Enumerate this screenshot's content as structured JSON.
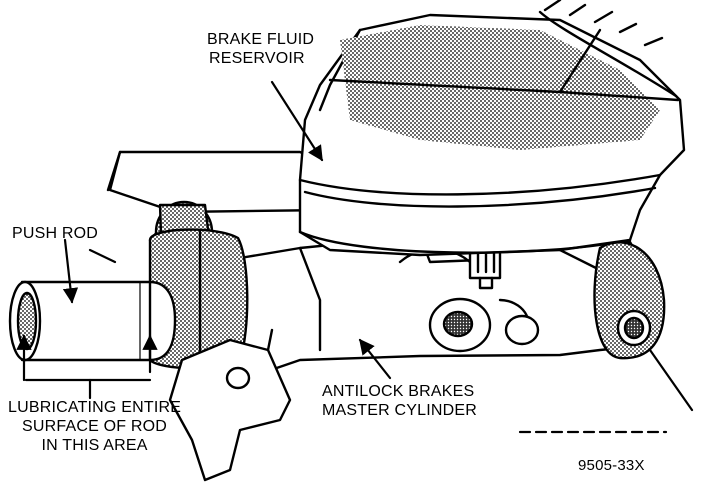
{
  "colors": {
    "ink": "#000000",
    "paper": "#ffffff"
  },
  "labels": {
    "reservoir": [
      "BRAKE FLUID",
      "RESERVOIR"
    ],
    "push_rod": "PUSH ROD",
    "lubricating": [
      "LUBRICATING ENTIRE",
      "SURFACE OF ROD",
      "IN THIS AREA"
    ],
    "master_cylinder": [
      "ANTILOCK BRAKES",
      "MASTER CYLINDER"
    ],
    "figure_id": "9505-33X"
  }
}
